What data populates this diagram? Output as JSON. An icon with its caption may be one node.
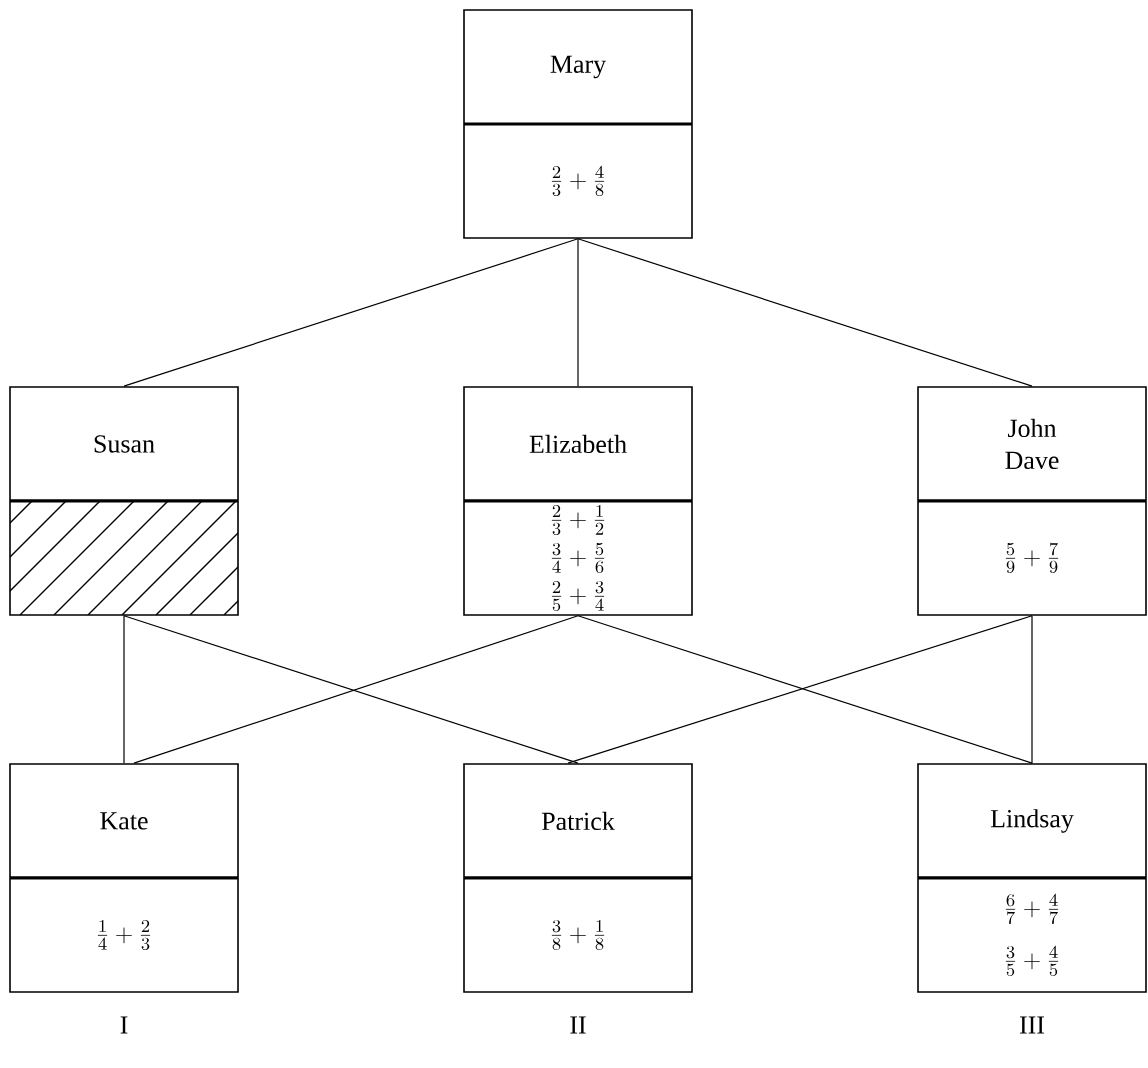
{
  "diagram": {
    "nodes": [
      {
        "text": [
          "Mary",
          "\\frac{2}{3} + \\frac{4}{8}"
        ]
      },
      {
        "text": [
          "Susan"
        ]
      },
      {
        "text": [
          "Elizabeth",
          "\\frac{2}{3} + \\frac{1}{2}",
          "\\frac{3}{4} + \\frac{5}{6}",
          "\\frac{2}{5} + \\frac{3}{4}"
        ]
      },
      {
        "text": [
          "John Dave",
          "\\frac{5}{9} + \\frac{7}{9}"
        ]
      },
      {
        "text": [
          "Kate",
          "\\frac{1}{4} + \\frac{2}{3}"
        ]
      },
      {
        "text": [
          "Patrick",
          "\\frac{3}{8} + \\frac{1}{8}"
        ]
      },
      {
        "text": [
          "Lindsay",
          "\\frac{6}{7} + \\frac{4}{7}",
          "\\frac{3}{5} + \\frac{4}{5}"
        ]
      }
    ],
    "edges": [
      {
        "from": 0,
        "to": 1,
        "arrow": "none"
      },
      {
        "from": 0,
        "to": 2,
        "arrow": "none"
      },
      {
        "from": 0,
        "to": 3,
        "arrow": "none"
      },
      {
        "from": 1,
        "to": 4,
        "arrow": "none"
      },
      {
        "from": 1,
        "to": 5,
        "arrow": "none"
      },
      {
        "from": 2,
        "to": 4,
        "arrow": "none"
      },
      {
        "from": 2,
        "to": 6,
        "arrow": "none"
      },
      {
        "from": 3,
        "to": 5,
        "arrow": "none"
      },
      {
        "from": 3,
        "to": 6,
        "arrow": "none"
      }
    ],
    "labels": [
      "I",
      "II",
      "III"
    ]
  }
}
